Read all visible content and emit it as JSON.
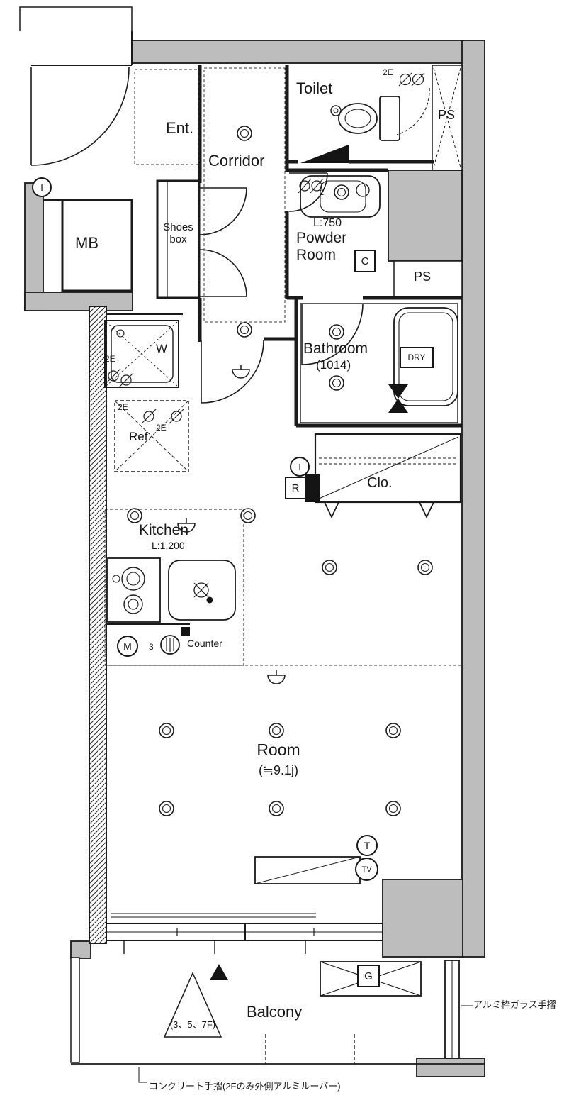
{
  "rooms": {
    "toilet": "Toilet",
    "pipe_space_top": "PS",
    "pipe_space_mid": "PS",
    "entrance": "Ent.",
    "corridor": "Corridor",
    "meter_box": "MB",
    "shoes_box": {
      "line1": "Shoes",
      "line2": "box"
    },
    "powder_room": {
      "line1": "Powder",
      "line2": "Room",
      "size": "L:750"
    },
    "bathroom": {
      "name": "Bathroom",
      "size": "(1014)"
    },
    "closet": "Clo.",
    "kitchen": {
      "name": "Kitchen",
      "size": "L:1,200"
    },
    "counter": "Counter",
    "room": {
      "name": "Room",
      "size": "(≒9.1j)"
    },
    "balcony": "Balcony",
    "hatch_floors": "(3、5、7F)"
  },
  "fixtures": {
    "washer": "W",
    "refrigerator": "Ref.",
    "dry": "DRY",
    "c": "C",
    "r": "R",
    "g": "G",
    "m": "M",
    "t": "T",
    "tv": "TV",
    "i_entry": "I",
    "i_room": "I"
  },
  "outlets": {
    "toilet_2e": "2E",
    "washer_2e": "2E",
    "ref_2e_a": "2E",
    "ref_2e_b": "2E",
    "powder_2": "2",
    "kitchen_3": "3"
  },
  "annotations": {
    "handrail_right": "アルミ枠ガラス手摺",
    "handrail_bottom": "コンクリート手摺(2Fのみ外側アルミルーバー)"
  }
}
